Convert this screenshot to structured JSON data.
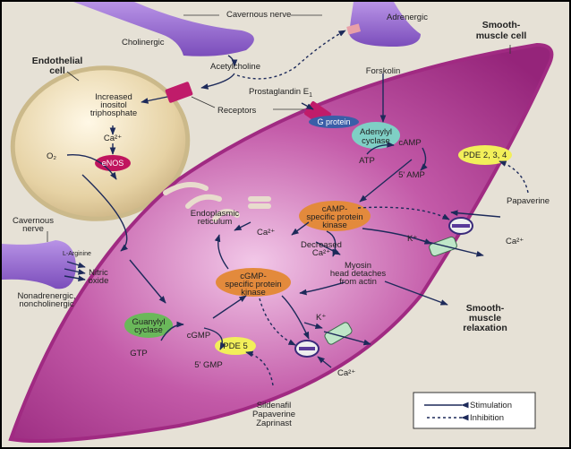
{
  "labels": {
    "cavernous_nerve_top": "Cavernous nerve",
    "adrenergic": "Adrenergic",
    "cholinergic": "Cholinergic",
    "smooth_muscle_cell": [
      "Smooth-",
      "muscle cell"
    ],
    "endothelial_cell": [
      "Endothelial",
      "cell"
    ],
    "acetylcholine": "Acetylcholine",
    "forskolin": "Forskolin",
    "increased_ip3": [
      "Increased",
      "inositol",
      "triphosphate"
    ],
    "prostaglandin": "Prostaglandin E",
    "prostaglandin_sub": "1",
    "receptors": "Receptors",
    "g_protein": "G protein",
    "adenylyl_cyclase": [
      "Adenylyl",
      "cyclase"
    ],
    "camp": "cAMP",
    "atp": "ATP",
    "pde234": "PDE 2, 3, 4",
    "five_amp": "5' AMP",
    "ca_endo": "Ca²⁺",
    "o2": "O₂",
    "enos": "eNOS",
    "papaverine": "Papaverine",
    "camp_pk": [
      "cAMP-",
      "specific protein",
      "kinase"
    ],
    "er": [
      "Endoplasmic",
      "reticulum"
    ],
    "ca_er": "Ca²⁺",
    "ca_right": "Ca²⁺",
    "k_top": "K⁺",
    "cavernous_nerve_left": [
      "Cavernous",
      "nerve"
    ],
    "l_arginine": "L-Arginine",
    "decreased_ca": [
      "Decreased",
      "Ca²⁺"
    ],
    "nitric_oxide": [
      "Nitric",
      "oxide"
    ],
    "myosin": [
      "Myosin",
      "head detaches",
      "from actin"
    ],
    "nanc": [
      "Nonadrenergic,",
      "noncholinergic"
    ],
    "cgmp_pk": [
      "cGMP-",
      "specific protein",
      "kinase"
    ],
    "smooth_muscle_relaxation": [
      "Smooth-",
      "muscle",
      "relaxation"
    ],
    "guanylyl_cyclase": [
      "Guanylyl",
      "cyclase"
    ],
    "cgmp": "cGMP",
    "k_bottom": "K⁺",
    "gtp": "GTP",
    "pde5": "PDE 5",
    "five_gmp": "5' GMP",
    "ca_bottom": "Ca²⁺",
    "inhibitors": [
      "Sildenafil",
      "Papaverine",
      "Zaprinast"
    ]
  },
  "legend": {
    "stimulation": "Stimulation",
    "inhibition": "Inhibition"
  },
  "colors": {
    "smooth_muscle": "#b0368f",
    "endothelial": "#e8d6a8",
    "nerve": "#9a6fd0",
    "receptor": "#c01c6a",
    "arrow": "#1d2a5a",
    "pde": "#f2ef5a",
    "kinase": "#e38a3c",
    "guanylyl": "#6ab85a",
    "adenylyl": "#7fcfc5"
  }
}
